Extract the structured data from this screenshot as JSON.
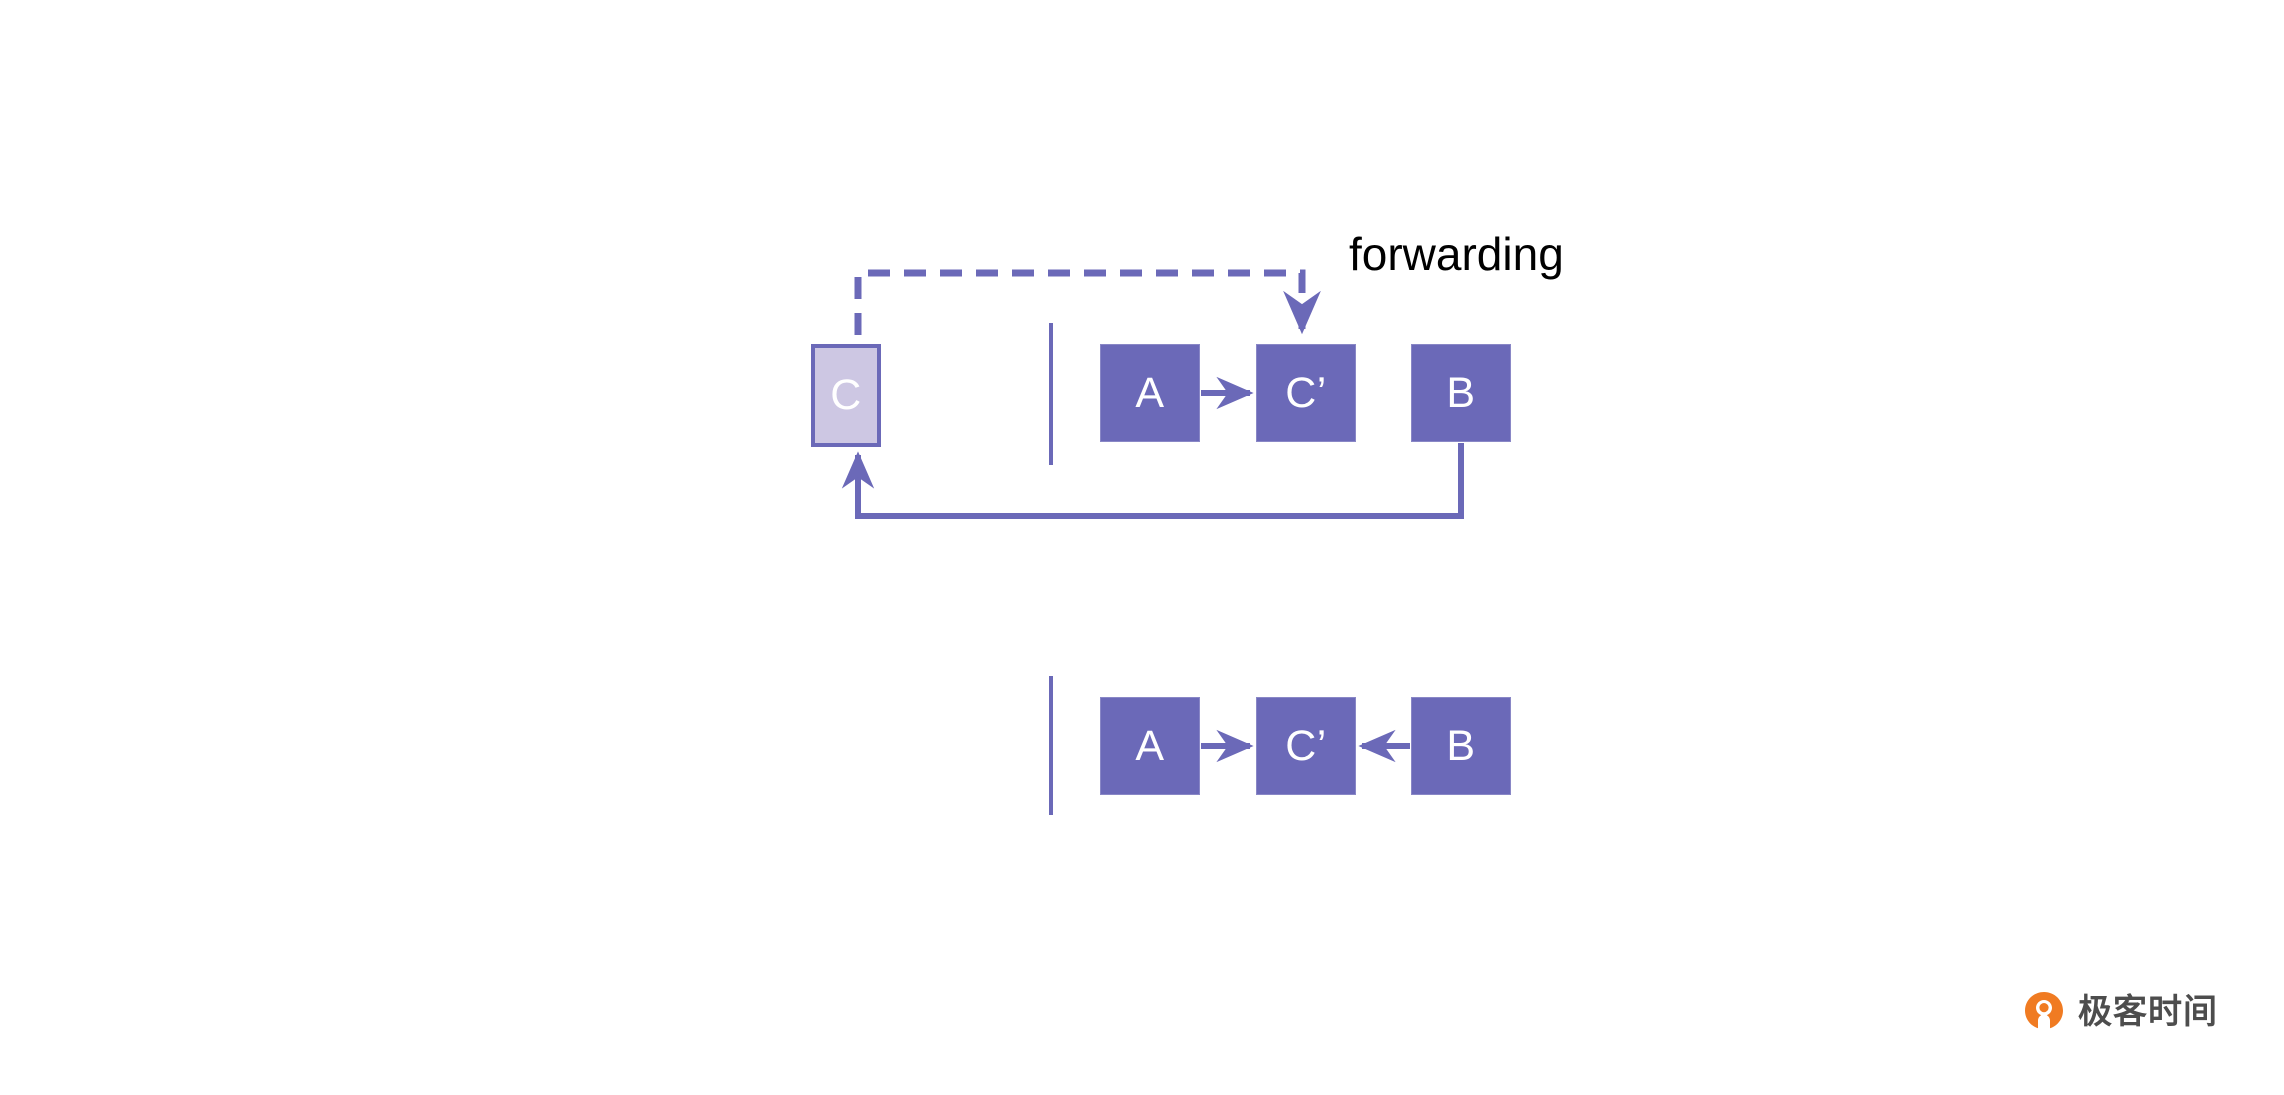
{
  "diagram": {
    "title": "forwarding",
    "colors": {
      "block_fill": "#6B69B8",
      "block_stalled_fill": "#CDC7E3",
      "line": "#6B69B8",
      "label_text": "#000000",
      "background": "#FFFFFF"
    },
    "annotation": {
      "forwarding_label": "forwarding"
    },
    "rows": [
      {
        "name": "upper-pipeline",
        "left_stage_blocks": [
          {
            "label": "C",
            "style": "stalled"
          }
        ],
        "right_stage_blocks": [
          {
            "label": "A",
            "style": "solid"
          },
          {
            "label": "C’",
            "style": "solid"
          },
          {
            "label": "B",
            "style": "solid"
          }
        ],
        "connections": [
          {
            "from": "C",
            "to": "C’",
            "style": "dashed",
            "direction": "down",
            "semantic": "forwarding-path"
          },
          {
            "from": "A",
            "to": "C’",
            "style": "solid",
            "direction": "right",
            "semantic": "operand-path"
          },
          {
            "from": "B",
            "to": "C",
            "style": "solid",
            "direction": "up",
            "semantic": "feedback-path"
          }
        ]
      },
      {
        "name": "lower-pipeline",
        "left_stage_blocks": [],
        "right_stage_blocks": [
          {
            "label": "A",
            "style": "solid"
          },
          {
            "label": "C’",
            "style": "solid"
          },
          {
            "label": "B",
            "style": "solid"
          }
        ],
        "connections": [
          {
            "from": "A",
            "to": "C’",
            "style": "solid",
            "direction": "right",
            "semantic": "operand-path"
          },
          {
            "from": "B",
            "to": "C’",
            "style": "solid",
            "direction": "left",
            "semantic": "operand-path"
          }
        ]
      }
    ]
  },
  "watermark": {
    "text": "极客时间",
    "logo_color": "#F07B22"
  }
}
